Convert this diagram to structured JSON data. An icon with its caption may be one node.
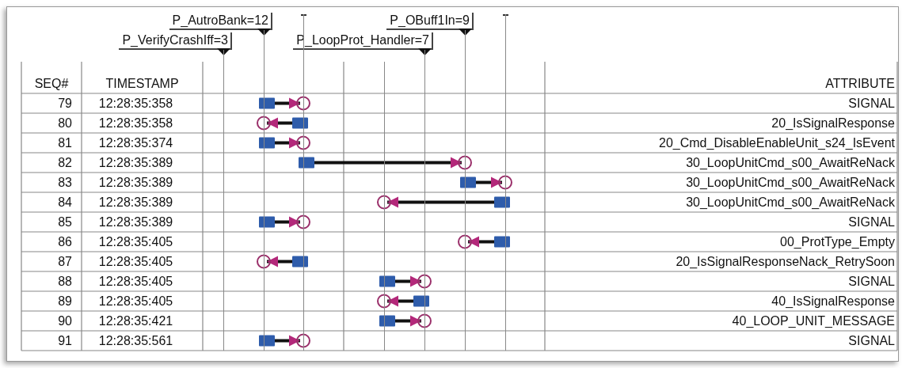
{
  "diagram": {
    "nodes": [
      {
        "text": [],
        "shape": "line",
        "beside": [
          "P_AutroBank=12"
        ]
      },
      {
        "text": [],
        "shape": "line"
      },
      {
        "text": [],
        "shape": "line"
      },
      {
        "text": [],
        "shape": "line",
        "beside": [
          "P_OBuff1In=9"
        ]
      },
      {
        "text": [],
        "shape": "line"
      },
      {
        "text": [],
        "shape": "line",
        "beside": [
          "P_VerifyCrashIff=3"
        ]
      },
      {
        "text": [],
        "shape": "line",
        "beside": [
          "P_LoopProt_Handler=7"
        ]
      }
    ],
    "edges": [
      {
        "from": 0,
        "to": 1,
        "arrow": "to"
      },
      {
        "from": 1,
        "to": 0,
        "arrow": "to"
      },
      {
        "from": 0,
        "to": 1,
        "arrow": "to"
      },
      {
        "from": 1,
        "to": 3,
        "arrow": "to"
      },
      {
        "from": 3,
        "to": 4,
        "arrow": "to"
      },
      {
        "from": 4,
        "to": 2,
        "arrow": "to"
      },
      {
        "from": 0,
        "to": 1,
        "arrow": "to"
      },
      {
        "from": 4,
        "to": 3,
        "arrow": "to"
      },
      {
        "from": 1,
        "to": 0,
        "arrow": "to"
      },
      {
        "from": 2,
        "to": 6,
        "arrow": "to"
      },
      {
        "from": 6,
        "to": 2,
        "arrow": "to"
      },
      {
        "from": 2,
        "to": 6,
        "arrow": "to"
      },
      {
        "from": 0,
        "to": 1,
        "arrow": "to"
      }
    ],
    "labels": [
      "SEQ#",
      "TIMESTAMP",
      "ATTRIBUTE",
      "79",
      "12:28:35:358",
      "SIGNAL",
      "80",
      "12:28:35:358",
      "20_IsSignalResponse",
      "81",
      "12:28:35:374",
      "20_Cmd_DisableEnableUnit_s24_IsEvent",
      "82",
      "12:28:35:389",
      "30_LoopUnitCmd_s00_AwaitReNack",
      "83",
      "12:28:35:389",
      "30_LoopUnitCmd_s00_AwaitReNack",
      "84",
      "12:28:35:389",
      "30_LoopUnitCmd_s00_AwaitReNack",
      "85",
      "12:28:35:389",
      "SIGNAL",
      "86",
      "12:28:35:405",
      "00_ProtType_Empty",
      "87",
      "12:28:35:405",
      "20_IsSignalResponseNack_RetrySoon",
      "88",
      "12:28:35:405",
      "SIGNAL",
      "89",
      "12:28:35:405",
      "40_IsSignalResponse",
      "90",
      "12:28:35:421",
      "40_LOOP_UNIT_MESSAGE",
      "91",
      "12:28:35:561",
      "SIGNAL"
    ]
  }
}
